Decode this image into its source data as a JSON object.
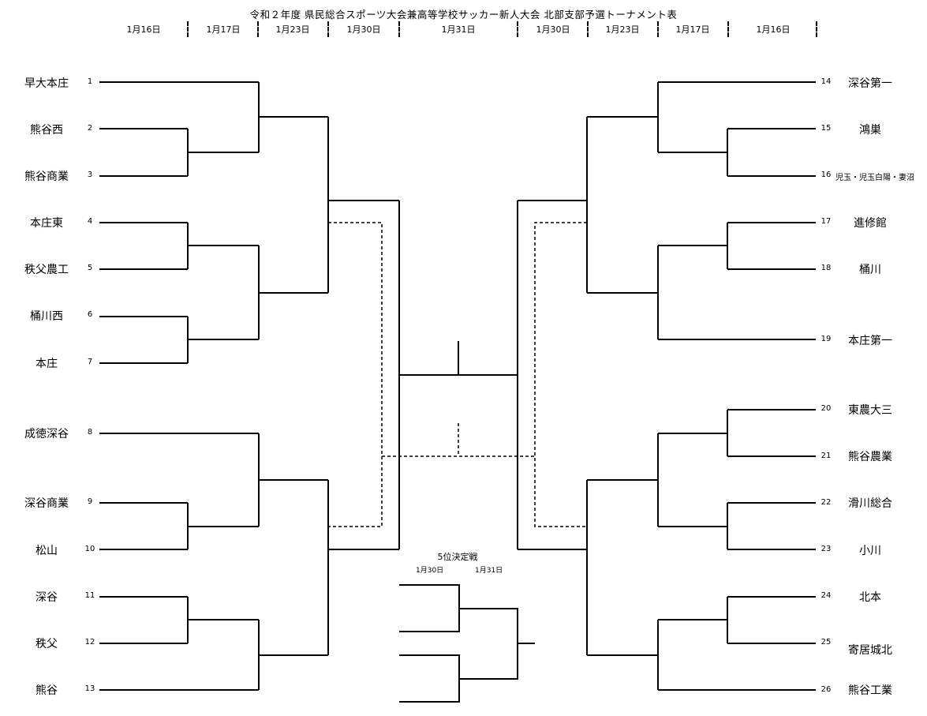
{
  "header": {
    "title": "令和２年度 県民総合スポーツ大会兼高等学校サッカー新人大会 北部支部予選トーナメント表",
    "dates": [
      "1月16日",
      "1月17日",
      "1月23日",
      "1月30日",
      "1月31日",
      "1月30日",
      "1月23日",
      "1月17日",
      "1月16日"
    ]
  },
  "left_teams": [
    {
      "num": "1",
      "name": "早大本庄"
    },
    {
      "num": "2",
      "name": "熊谷西"
    },
    {
      "num": "3",
      "name": "熊谷商業"
    },
    {
      "num": "4",
      "name": "本庄東"
    },
    {
      "num": "5",
      "name": "秩父農工"
    },
    {
      "num": "6",
      "name": "桶川西"
    },
    {
      "num": "7",
      "name": "本庄"
    },
    {
      "num": "8",
      "name": "成徳深谷"
    },
    {
      "num": "9",
      "name": "深谷商業"
    },
    {
      "num": "10",
      "name": "松山"
    },
    {
      "num": "11",
      "name": "深谷"
    },
    {
      "num": "12",
      "name": "秩父"
    },
    {
      "num": "13",
      "name": "熊谷"
    }
  ],
  "right_teams": [
    {
      "num": "14",
      "name": "深谷第一"
    },
    {
      "num": "15",
      "name": "鴻巣"
    },
    {
      "num": "16",
      "name": "児玉・児玉白陽・妻沼"
    },
    {
      "num": "17",
      "name": "進修館"
    },
    {
      "num": "18",
      "name": "桶川"
    },
    {
      "num": "19",
      "name": "本庄第一"
    },
    {
      "num": "20",
      "name": "東農大三"
    },
    {
      "num": "21",
      "name": "熊谷農業"
    },
    {
      "num": "22",
      "name": "滑川総合"
    },
    {
      "num": "23",
      "name": "小川"
    },
    {
      "num": "24",
      "name": "北本"
    },
    {
      "num": "25",
      "name": "寄居城北"
    },
    {
      "num": "26",
      "name": "熊谷工業"
    }
  ],
  "consolation": {
    "title": "5位決定戦",
    "date1": "1月30日",
    "date2": "1月31日"
  }
}
